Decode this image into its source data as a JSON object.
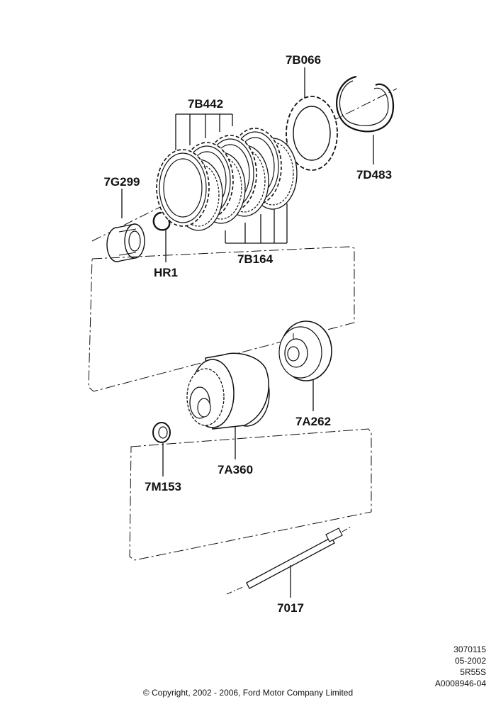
{
  "callouts": {
    "p7B066": "7B066",
    "p7B442": "7B442",
    "p7D483": "7D483",
    "p7G299": "7G299",
    "pHR1": "HR1",
    "p7B164": "7B164",
    "p7A262": "7A262",
    "p7M153": "7M153",
    "p7A360": "7A360",
    "p7017": "7017"
  },
  "meta": {
    "line1": "3070115",
    "line2": "05-2002",
    "line3": "5R55S",
    "line4": "A0008946-04"
  },
  "copyright": "© Copyright, 2002 - 2006, Ford Motor Company Limited"
}
